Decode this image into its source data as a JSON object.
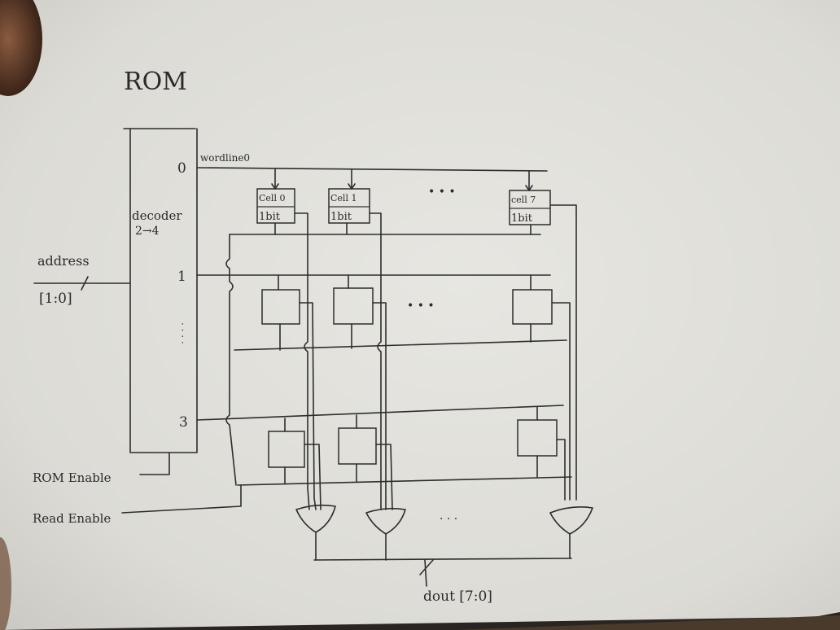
{
  "title": "ROM",
  "decoder": {
    "name": "decoder",
    "ratio": "2→4",
    "outputs": [
      "0",
      "1",
      "3"
    ]
  },
  "signals": {
    "wordline0": "wordline0",
    "address": "address",
    "address_width": "[1:0]",
    "rom_enable": "ROM Enable",
    "read_enable": "Read Enable",
    "dout": "dout  [7:0]"
  },
  "cells": [
    {
      "name": "Cell 0",
      "size": "1bit"
    },
    {
      "name": "Cell 1",
      "size": "1bit"
    },
    {
      "name": "cell 7",
      "size": "1bit"
    }
  ],
  "ellipsis": "• • •",
  "ellipsis_rows": "· · · ·",
  "ellipsis_gates": "· · ·",
  "colors": {
    "paper": "#e3e2dd",
    "ink": "#2d2d2d",
    "background": "#2a2522"
  }
}
